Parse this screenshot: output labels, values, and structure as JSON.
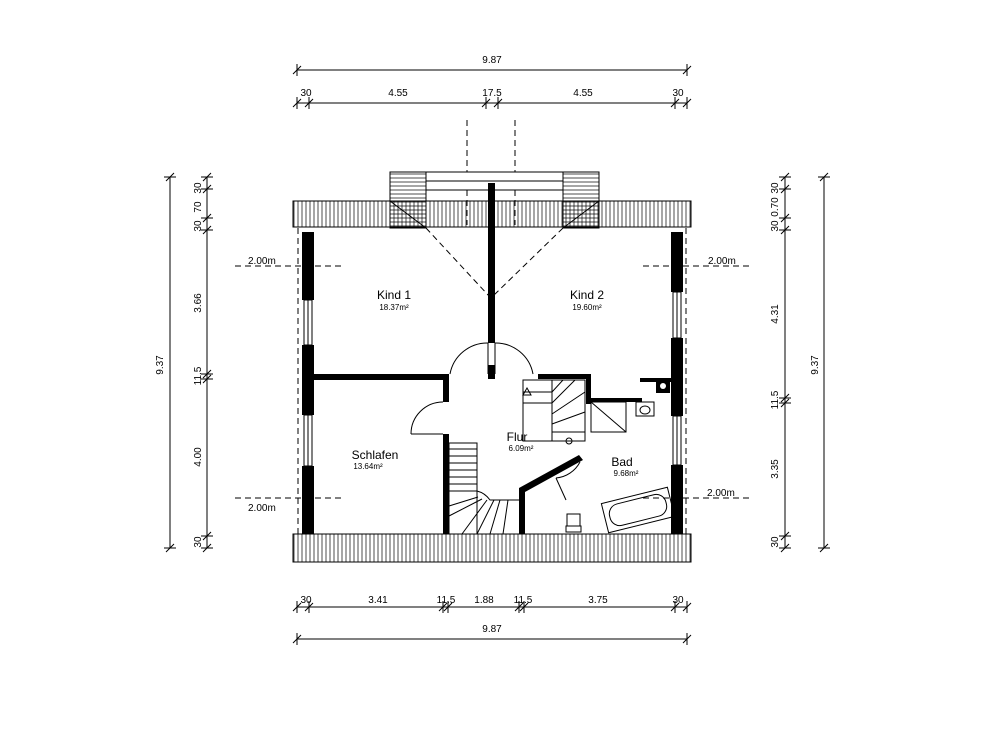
{
  "dimensions": {
    "top_total": "9.87",
    "top_parts": [
      "30",
      "4.55",
      "17.5",
      "4.55",
      "30"
    ],
    "bottom_parts": [
      "30",
      "3.41",
      "11.5",
      "1.88",
      "11.5",
      "3.75",
      "30"
    ],
    "bottom_total": "9.87",
    "left_total": "9.37",
    "left_parts": [
      "30",
      "70",
      "30",
      "3.66",
      "11.5",
      "4.00",
      "30"
    ],
    "right_total": "9.37",
    "right_parts": [
      "30",
      "0.70",
      "30",
      "4.31",
      "11.5",
      "3.35",
      "30"
    ]
  },
  "height_marks": {
    "upper_left": "2.00m",
    "upper_right": "2.00m",
    "lower_left": "2.00m",
    "lower_right": "2.00m"
  },
  "rooms": {
    "kind1": {
      "name": "Kind 1",
      "area": "18.37m²"
    },
    "kind2": {
      "name": "Kind 2",
      "area": "19.60m²"
    },
    "schlafen": {
      "name": "Schlafen",
      "area": "13.64m²"
    },
    "flur": {
      "name": "Flur",
      "area": "6.09m²"
    },
    "bad": {
      "name": "Bad",
      "area": "9.68m²"
    }
  }
}
